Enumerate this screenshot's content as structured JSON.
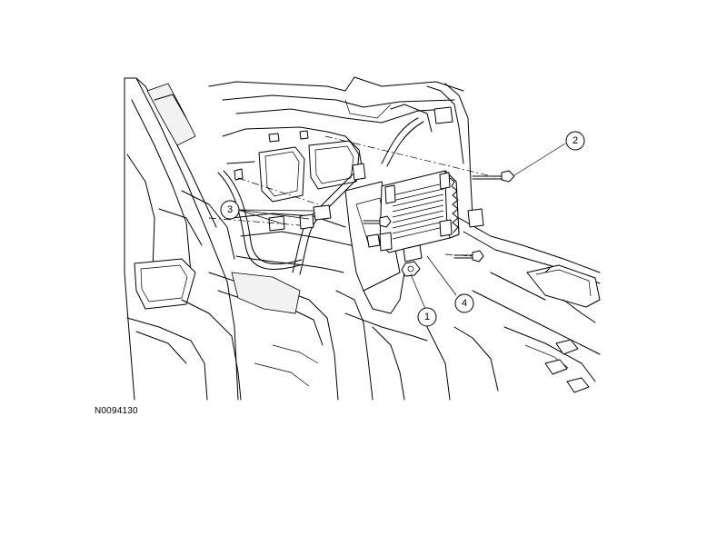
{
  "figure": {
    "code": "N0094130"
  },
  "callouts": [
    {
      "number": "1"
    },
    {
      "number": "2"
    },
    {
      "number": "3"
    },
    {
      "number": "4"
    }
  ]
}
